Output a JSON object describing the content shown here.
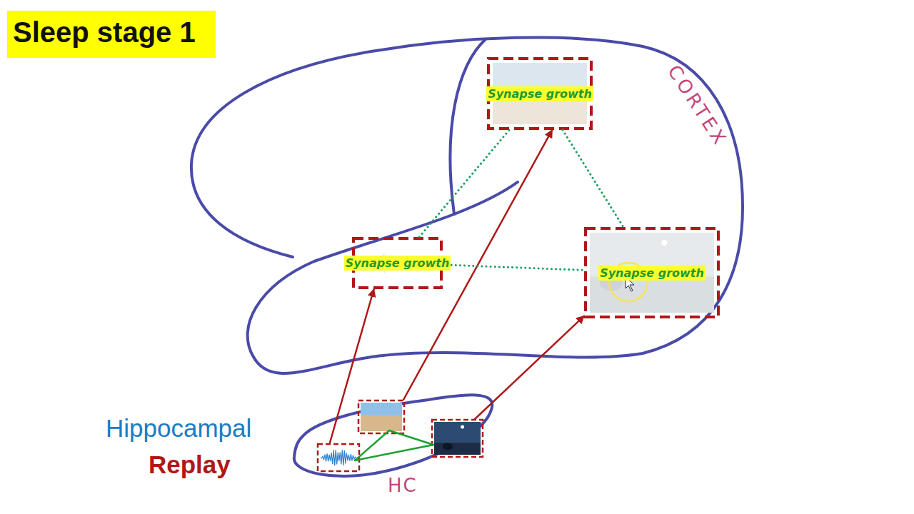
{
  "diagram": {
    "title": "Sleep stage 1",
    "nodes": [
      {
        "text": [
          "CORTEX"
        ]
      },
      {
        "text": [
          "Synapse growth"
        ],
        "in": 0
      },
      {
        "text": [
          "Synapse growth"
        ],
        "in": 0
      },
      {
        "text": [
          "Synapse growth"
        ],
        "in": 0
      },
      {
        "text": [
          "HC"
        ]
      }
    ],
    "edges": [
      {
        "from": 4,
        "to": 2,
        "arrow": "to"
      },
      {
        "from": 4,
        "to": 1,
        "arrow": "to"
      },
      {
        "from": 4,
        "to": 3,
        "arrow": "to"
      },
      {
        "from": 2,
        "to": 1,
        "arrow": "none"
      },
      {
        "from": 1,
        "to": 3,
        "arrow": "none"
      },
      {
        "from": 2,
        "to": 3,
        "arrow": "none"
      }
    ],
    "labels": [
      "Hippocampal",
      "Replay"
    ]
  }
}
